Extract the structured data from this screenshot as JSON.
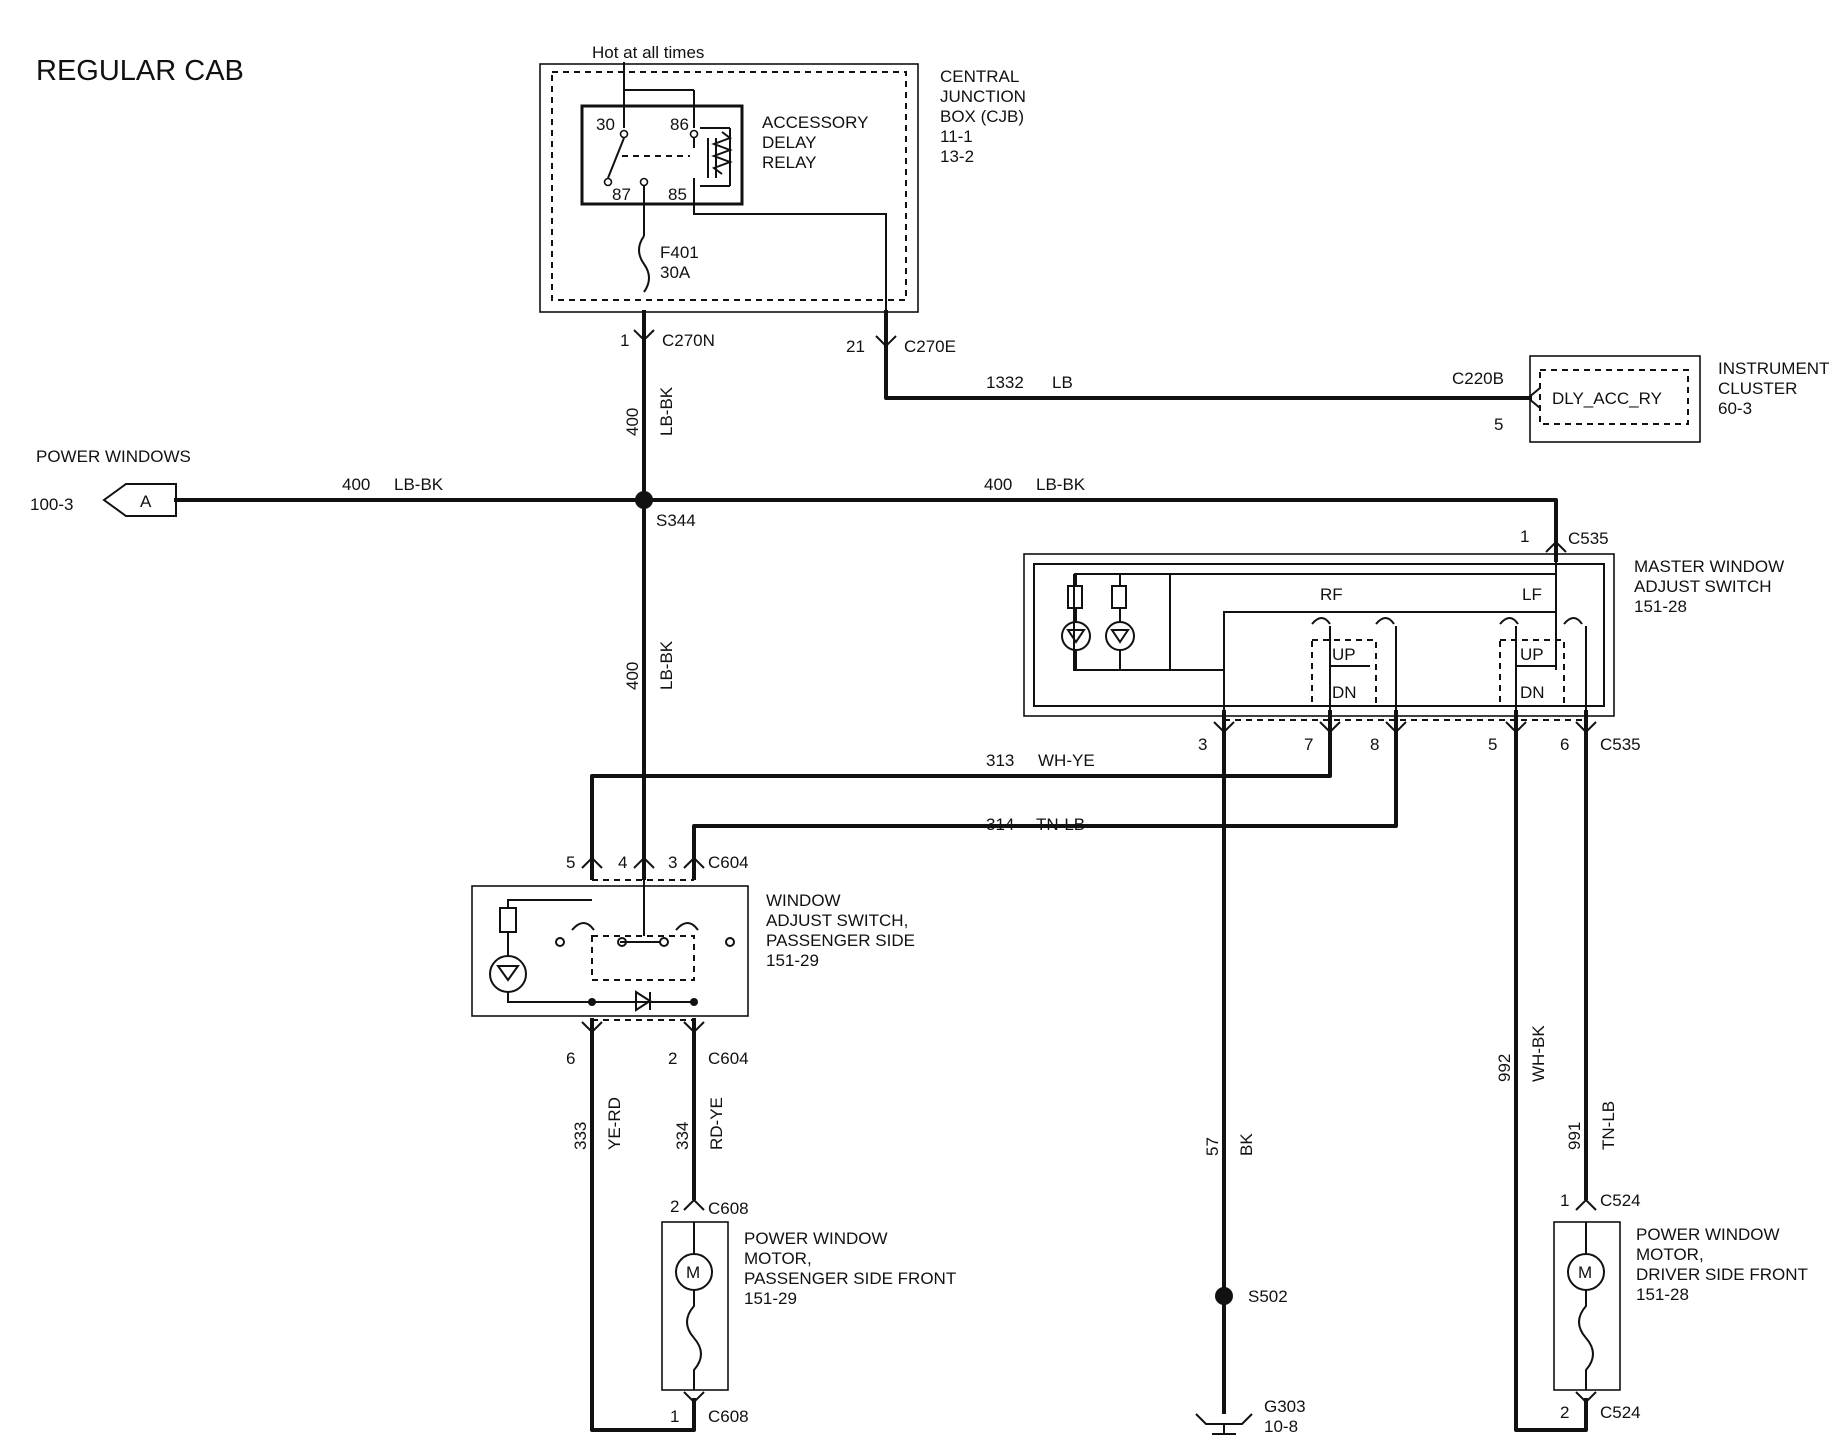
{
  "title": "REGULAR CAB",
  "cjb": {
    "hot": "Hot at all times",
    "label": [
      "CENTRAL",
      "JUNCTION",
      "BOX (CJB)",
      "11-1",
      "13-2"
    ],
    "relay": [
      "ACCESSORY",
      "DELAY",
      "RELAY"
    ],
    "pins": [
      "30",
      "86",
      "87",
      "85"
    ],
    "fuse": [
      "F401",
      "30A"
    ],
    "c270n_pin": "1",
    "c270n": "C270N",
    "c270e_pin": "21",
    "c270e": "C270E"
  },
  "power_windows": {
    "label": "POWER WINDOWS",
    "page": "100-3",
    "connector": "A"
  },
  "splice_s344": "S344",
  "wires": {
    "w400_top_circuit": "400",
    "w400_top_color": "LB-BK",
    "w400_left_circuit": "400",
    "w400_left_color": "LB-BK",
    "w400_right_circuit": "400",
    "w400_right_color": "LB-BK",
    "w400_low_circuit": "400",
    "w400_low_color": "LB-BK",
    "w1332_circuit": "1332",
    "w1332_color": "LB",
    "w313_circuit": "313",
    "w313_color": "WH-YE",
    "w314_circuit": "314",
    "w314_color": "TN-LB",
    "w333_circuit": "333",
    "w333_color": "YE-RD",
    "w334_circuit": "334",
    "w334_color": "RD-YE",
    "w57_circuit": "57",
    "w57_color": "BK",
    "w992_circuit": "992",
    "w992_color": "WH-BK",
    "w991_circuit": "991",
    "w991_color": "TN-LB"
  },
  "instrument_cluster": {
    "connector": "C220B",
    "pin": "5",
    "signal": "DLY_ACC_RY",
    "label": [
      "INSTRUMENT",
      "CLUSTER",
      "60-3"
    ]
  },
  "master_switch": {
    "label": [
      "MASTER WINDOW",
      "ADJUST SWITCH",
      "151-28"
    ],
    "top_pin": "1",
    "top_connector": "C535",
    "rf": "RF",
    "lf": "LF",
    "up": "UP",
    "dn": "DN",
    "pins": [
      "3",
      "7",
      "8",
      "5",
      "6"
    ],
    "bottom_connector": "C535"
  },
  "passenger_switch": {
    "label": [
      "WINDOW",
      "ADJUST SWITCH,",
      "PASSENGER SIDE",
      "151-29"
    ],
    "top_pins": [
      "5",
      "4",
      "3"
    ],
    "top_connector": "C604",
    "bottom_pins": [
      "6",
      "2"
    ],
    "bottom_connector": "C604"
  },
  "passenger_motor": {
    "label": [
      "POWER WINDOW",
      "MOTOR,",
      "PASSENGER SIDE FRONT",
      "151-29"
    ],
    "top_pin": "2",
    "top_connector": "C608",
    "bottom_pin": "1",
    "bottom_connector": "C608"
  },
  "driver_motor": {
    "label": [
      "POWER WINDOW",
      "MOTOR,",
      "DRIVER SIDE FRONT",
      "151-28"
    ],
    "top_pin": "1",
    "top_connector": "C524",
    "bottom_pin": "2",
    "bottom_connector": "C524"
  },
  "splice_s502": "S502",
  "ground": {
    "label": "G303",
    "page": "10-8"
  }
}
